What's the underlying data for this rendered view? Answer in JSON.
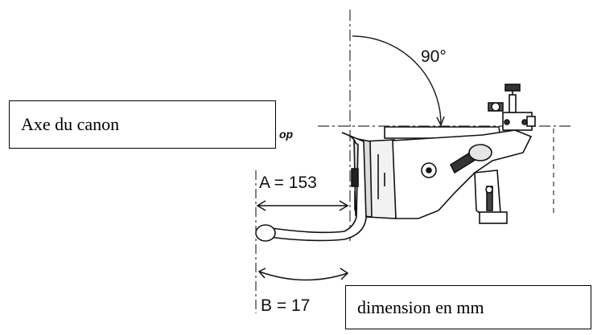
{
  "diagram": {
    "angle_label": "90°",
    "dim_a_label": "A = 153",
    "dim_b_label": "B = 17",
    "partial_label": "op"
  },
  "callouts": {
    "axe": "Axe du canon",
    "dimension": "dimension en mm"
  }
}
